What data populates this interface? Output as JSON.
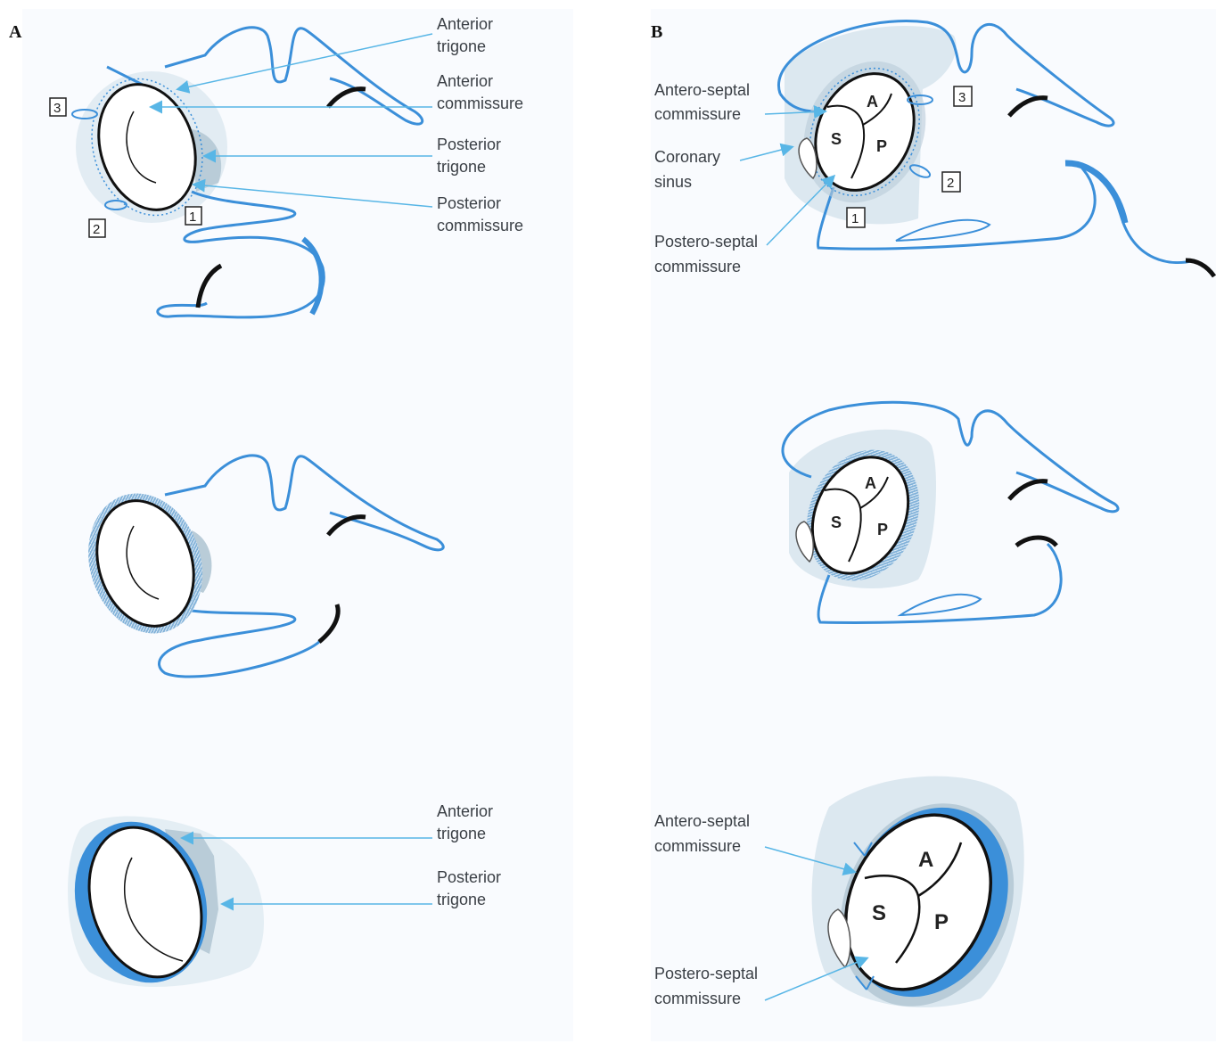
{
  "panels": {
    "a": {
      "letter": "A"
    },
    "b": {
      "letter": "B"
    }
  },
  "a_top": {
    "labels": {
      "anterior_trigone": [
        "Anterior",
        "trigone"
      ],
      "anterior_commissure": [
        "Anterior",
        "commissure"
      ],
      "posterior_trigone": [
        "Posterior",
        "trigone"
      ],
      "posterior_commissure": [
        "Posterior",
        "commissure"
      ]
    },
    "boxes": [
      "3",
      "2",
      "1"
    ]
  },
  "a_bottom": {
    "labels": {
      "anterior_trigone": [
        "Anterior",
        "trigone"
      ],
      "posterior_trigone": [
        "Posterior",
        "trigone"
      ]
    }
  },
  "b_top": {
    "labels": {
      "antero_septal": [
        "Antero-septal",
        "commissure"
      ],
      "coronary_sinus": [
        "Coronary",
        "sinus"
      ],
      "postero_septal": [
        "Postero-septal",
        "commissure"
      ]
    },
    "boxes": [
      "3",
      "2",
      "1"
    ],
    "leaflets": [
      "A",
      "S",
      "P"
    ]
  },
  "b_middle": {
    "leaflets": [
      "A",
      "S",
      "P"
    ]
  },
  "b_bottom": {
    "labels": {
      "antero_septal": [
        "Antero-septal",
        "commissure"
      ],
      "postero_septal": [
        "Postero-septal",
        "commissure"
      ]
    },
    "leaflets": [
      "A",
      "S",
      "P"
    ]
  },
  "colors": {
    "suture_blue": "#3b8fd9",
    "pericardium_light": "#dce8f0",
    "pericardium_dark": "#b9ccd8",
    "text_gray": "#3a3f45",
    "arrow_blue": "#58b6e6"
  }
}
